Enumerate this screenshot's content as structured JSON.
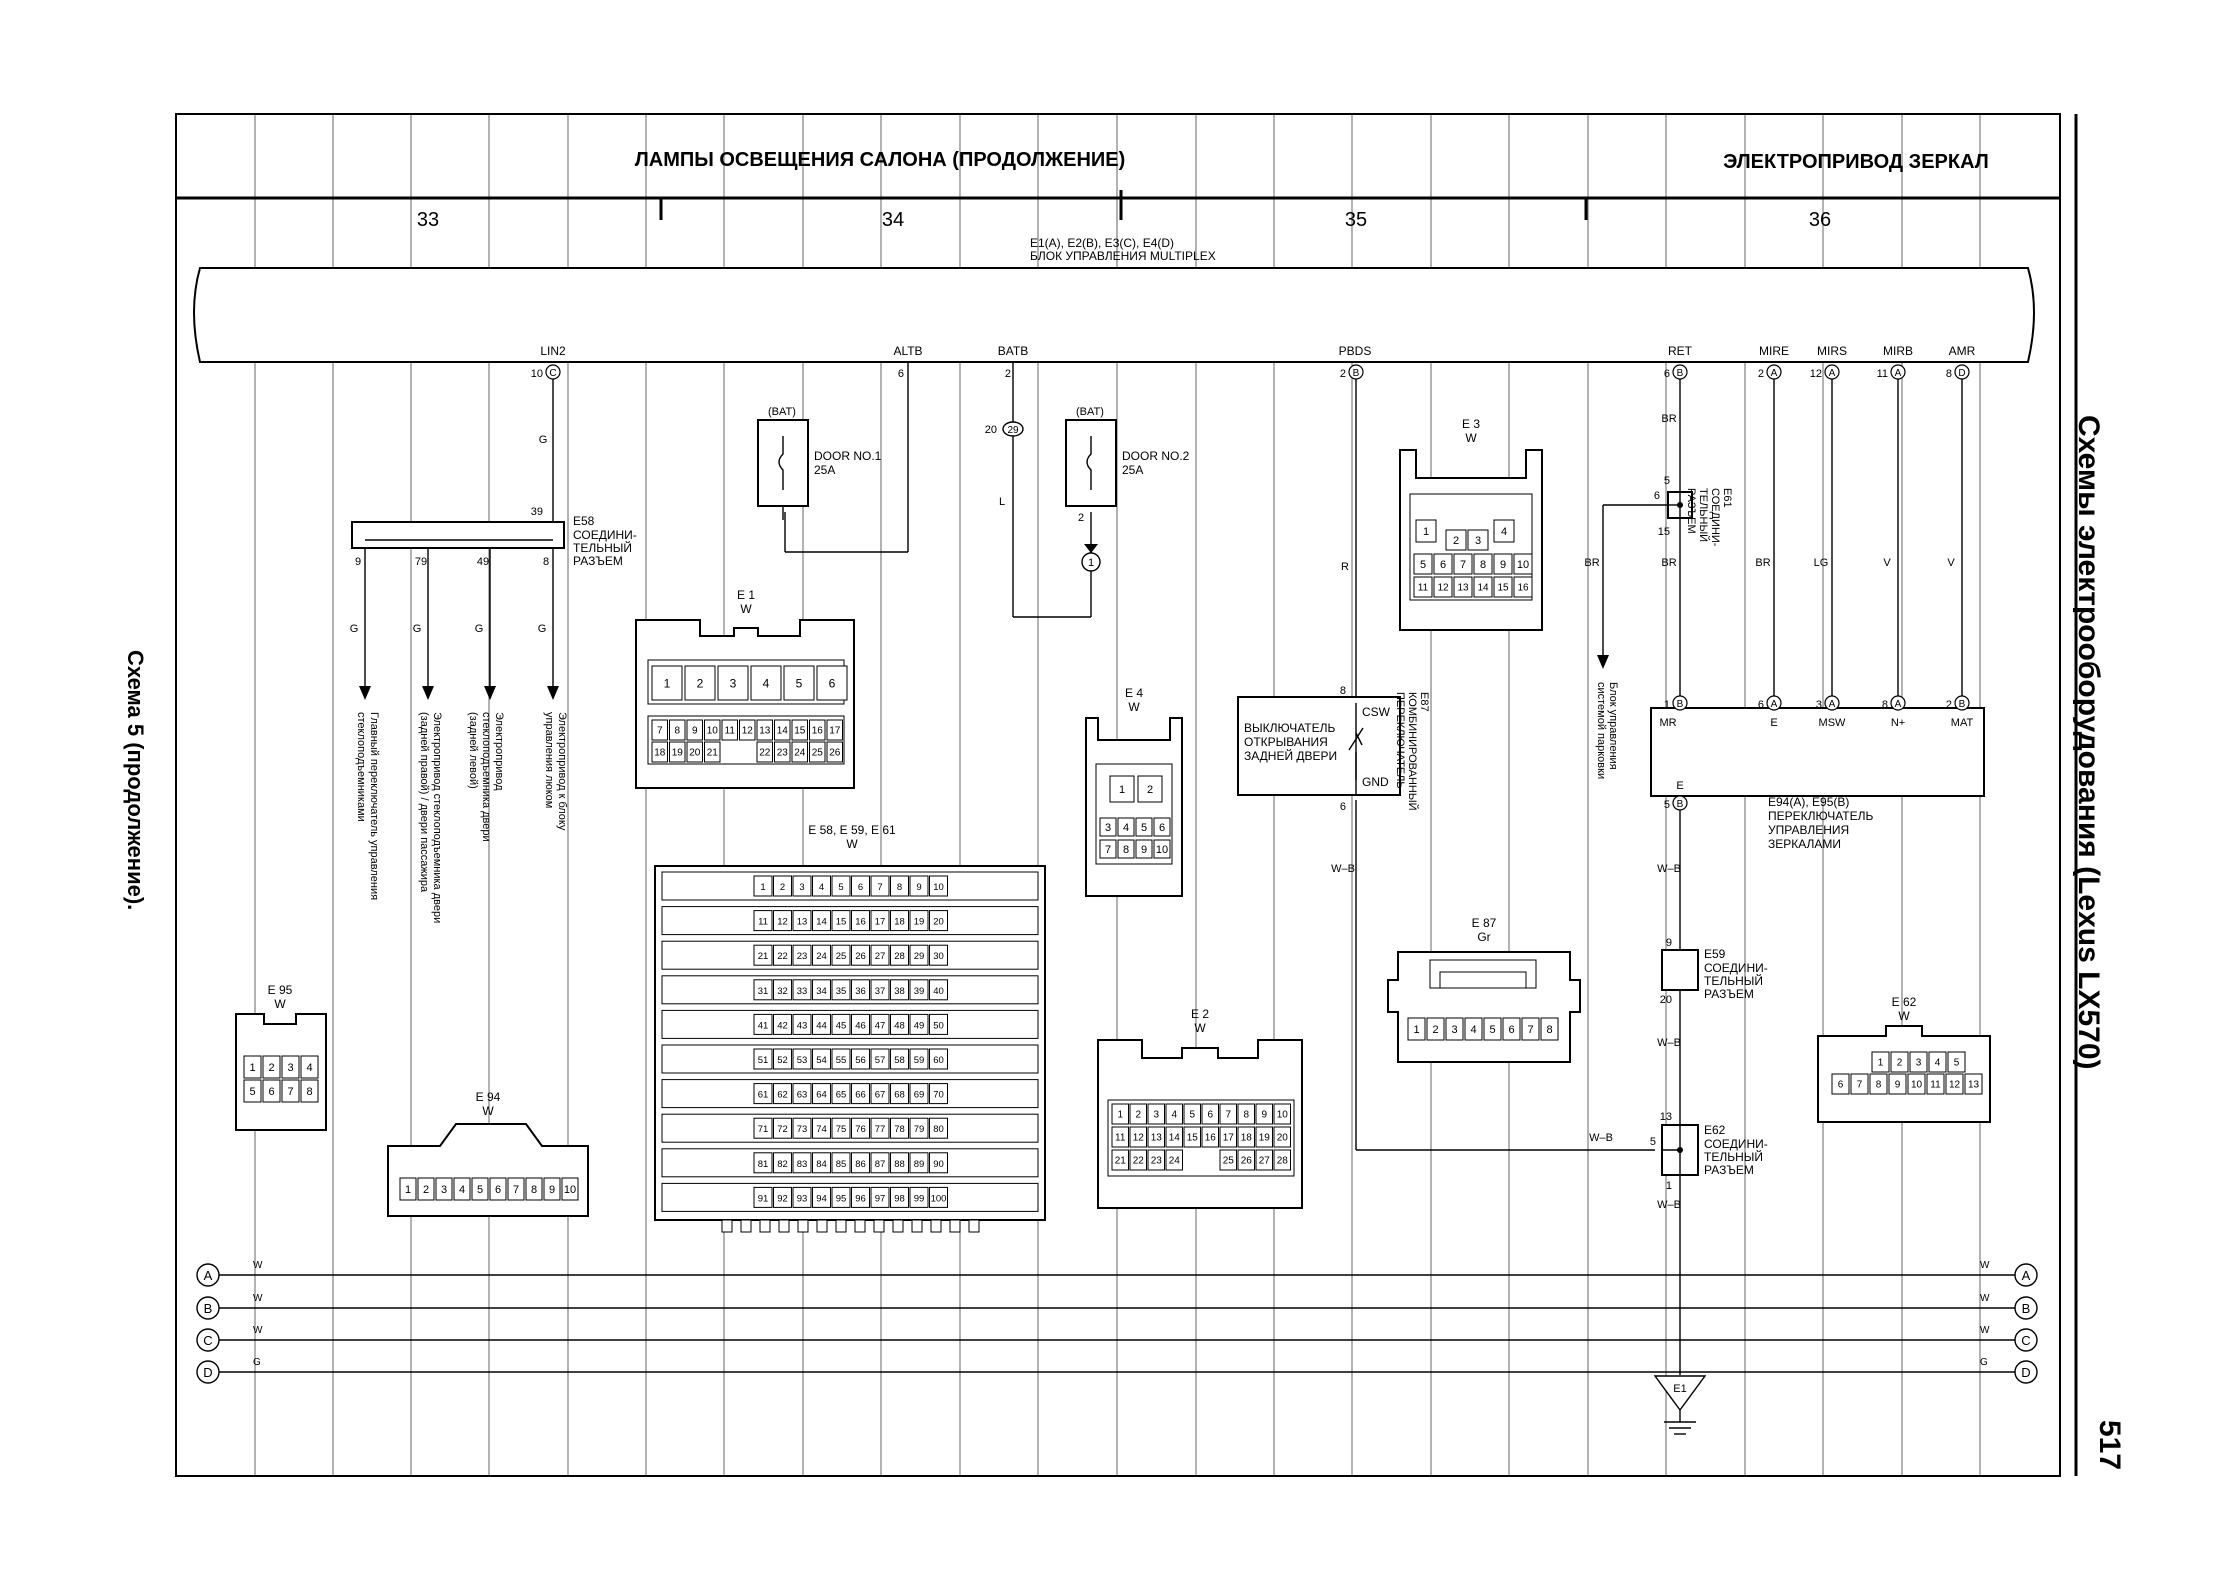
{
  "headers": {
    "left": "ЛАМПЫ ОСВЕЩЕНИЯ САЛОНА (ПРОДОЛЖЕНИЕ)",
    "right": "ЭЛЕКТРОПРИВОД ЗЕРКАЛ"
  },
  "grid_numbers": [
    "33",
    "34",
    "35",
    "36"
  ],
  "multiplex": {
    "line1": "E1(A), E2(B), E3(C), E4(D)",
    "line2": "БЛОК УПРАВЛЕНИЯ MULTIPLEX"
  },
  "pins": {
    "lin2": {
      "name": "LIN2",
      "num": "10",
      "letter": "C"
    },
    "altb": {
      "name": "ALTB",
      "num": "6"
    },
    "batb": {
      "name": "BATB",
      "num": "2"
    },
    "pbds": {
      "name": "PBDS",
      "num": "2",
      "letter": "B"
    },
    "ret": {
      "name": "RET",
      "num": "6",
      "letter": "B"
    },
    "mire": {
      "name": "MIRE",
      "num": "2",
      "letter": "A"
    },
    "mirs": {
      "name": "MIRS",
      "num": "12",
      "letter": "A"
    },
    "mirb": {
      "name": "MIRB",
      "num": "11",
      "letter": "A"
    },
    "amr": {
      "name": "AMR",
      "num": "8",
      "letter": "D"
    }
  },
  "fuse1": {
    "bat": "(BAT)",
    "name": "DOOR NO.1",
    "amp": "25A"
  },
  "fuse2": {
    "bat": "(BAT)",
    "name": "DOOR NO.2",
    "amp": "25A"
  },
  "j29": {
    "num": "20",
    "id": "29"
  },
  "fuse2_pin": "2",
  "ground_1": "1",
  "wire_colors": {
    "g": "G",
    "l": "L",
    "r": "R",
    "br": "BR",
    "lg": "LG",
    "v": "V",
    "wb": "W–B",
    "w": "W"
  },
  "e58_connector": {
    "pin_in": "39",
    "title": "E58",
    "line1": "СОЕДИНИ-",
    "line2": "ТЕЛЬНЫЙ",
    "line3": "РАЗЪЕМ",
    "pins": [
      "9",
      "79",
      "49",
      "8"
    ]
  },
  "left_outputs": [
    "Электропривод к блоку управления люком",
    "Электропривод стеклоподъемника двери (задней левой)",
    "Электропривод стеклоподъемника двери (задней правой) / двери пассажира",
    "Главный переключатель управления стеклоподъемниками"
  ],
  "switch": {
    "pin_top": "8",
    "pin_bottom": "6",
    "line1": "ВЫКЛЮЧАТЕЛЬ",
    "line2": "ОТКРЫВАНИЯ",
    "line3": "ЗАДНЕЙ ДВЕРИ",
    "csw": "CSW",
    "gnd": "GND",
    "side_id": "E87",
    "side1": "КОМБИНИРОВАННЫЙ",
    "side2": "ПЕРЕКЛЮЧАТЕЛЬ"
  },
  "e61": {
    "pin_top": "5",
    "pin_left": "6",
    "pin_bottom": "15",
    "title": "E61",
    "line1": "СОЕДИНИ-",
    "line2": "ТЕЛЬНЫЙ",
    "line3": "РАЗЪЕМ"
  },
  "parking_label1": "Блок управления",
  "parking_label2": "системой парковки",
  "mirror_switch": {
    "pin_mr": "1",
    "letter_mr": "B",
    "pin_e": "6",
    "letter_e": "A",
    "pin_msw": "3",
    "letter_msw": "A",
    "pin_np": "8",
    "letter_np": "A",
    "pin_mat": "2",
    "letter_mat": "B",
    "pin_ground": "5",
    "letter_ground": "B",
    "mr": "MR",
    "e": "E",
    "msw": "MSW",
    "np": "N+",
    "mat": "MAT",
    "eg": "E",
    "line1": "E94(A), E95(B)",
    "line2": "ПЕРЕКЛЮЧАТЕЛЬ",
    "line3": "УПРАВЛЕНИЯ",
    "line4": "ЗЕРКАЛАМИ"
  },
  "e59": {
    "pin_top": "9",
    "pin_bottom": "20",
    "title": "E59",
    "line1": "СОЕДИНИ-",
    "line2": "ТЕЛЬНЫЙ",
    "line3": "РАЗЪЕМ"
  },
  "e62_join": {
    "pin_top": "13",
    "pin_left": "5",
    "pin_bottom": "1",
    "title": "E62",
    "line1": "СОЕДИНИ-",
    "line2": "ТЕЛЬНЫЙ",
    "line3": "РАЗЪЕМ"
  },
  "ground_e1": "E1",
  "buses": [
    "A",
    "B",
    "C",
    "D"
  ],
  "bus_colors": [
    "W",
    "W",
    "W",
    "G"
  ],
  "connectors": {
    "e1": {
      "title": "E 1",
      "color": "W",
      "top": [
        "1",
        "2",
        "3",
        "4",
        "5",
        "6"
      ],
      "row1": [
        "7",
        "8",
        "9",
        "10",
        "11",
        "12",
        "13",
        "14",
        "15",
        "16",
        "17"
      ],
      "row2": [
        "18",
        "19",
        "20",
        "21",
        "22",
        "23",
        "24",
        "25",
        "26"
      ]
    },
    "e3": {
      "title": "E 3",
      "color": "W",
      "row0": [
        "1",
        "4"
      ],
      "row1": [
        "2",
        "3"
      ],
      "row2": [
        "5",
        "6",
        "7",
        "8",
        "9",
        "10"
      ],
      "row3": [
        "11",
        "12",
        "13",
        "14",
        "15",
        "16"
      ]
    },
    "e4": {
      "title": "E 4",
      "color": "W",
      "row1": [
        "1",
        "2"
      ],
      "row2": [
        "3",
        "4",
        "5",
        "6"
      ],
      "row3": [
        "7",
        "8",
        "9",
        "10"
      ]
    },
    "e58": {
      "title": "E 58, E 59, E 61",
      "color": "W"
    },
    "e2": {
      "title": "E 2",
      "color": "W",
      "row1": [
        "1",
        "2",
        "3",
        "4",
        "5",
        "6",
        "7",
        "8",
        "9",
        "10"
      ],
      "row2": [
        "11",
        "12",
        "13",
        "14",
        "15",
        "16",
        "17",
        "18",
        "19",
        "20"
      ],
      "row3": [
        "21",
        "22",
        "23",
        "24",
        "25",
        "26",
        "27",
        "28"
      ]
    },
    "e87": {
      "title": "E 87",
      "color": "Gr",
      "row": [
        "1",
        "2",
        "3",
        "4",
        "5",
        "6",
        "7",
        "8"
      ]
    },
    "e95": {
      "title": "E 95",
      "color": "W",
      "row1": [
        "1",
        "2",
        "3",
        "4"
      ],
      "row2": [
        "5",
        "6",
        "7",
        "8"
      ]
    },
    "e94": {
      "title": "E 94",
      "color": "W",
      "row": [
        "1",
        "2",
        "3",
        "4",
        "5",
        "6",
        "7",
        "8",
        "9",
        "10"
      ]
    },
    "e62": {
      "title": "E 62",
      "color": "W",
      "row1": [
        "1",
        "2",
        "3",
        "4",
        "5"
      ],
      "row2": [
        "6",
        "7",
        "8",
        "9",
        "10",
        "11",
        "12",
        "13"
      ]
    }
  },
  "side_title_right": "Схемы электрооборудования (Lexus LX570)",
  "side_title_left": "Схема 5 (продолжение).",
  "page_number": "517"
}
